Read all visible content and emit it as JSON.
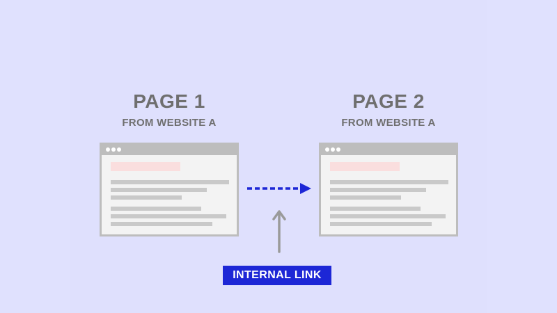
{
  "page1": {
    "title": "PAGE 1",
    "subtitle": "FROM WEBSITE A"
  },
  "page2": {
    "title": "PAGE 2",
    "subtitle": "FROM WEBSITE A"
  },
  "link_label": "INTERNAL LINK",
  "colors": {
    "background": "#e0e1fe",
    "text": "#6f6f6f",
    "window_frame": "#bdbdbd",
    "window_body": "#f3f3f3",
    "highlight": "#fadede",
    "text_line": "#c9c9c9",
    "link_arrow": "#1d27d6",
    "pointer_arrow": "#9a9a9a",
    "badge": "#1d27d6"
  }
}
